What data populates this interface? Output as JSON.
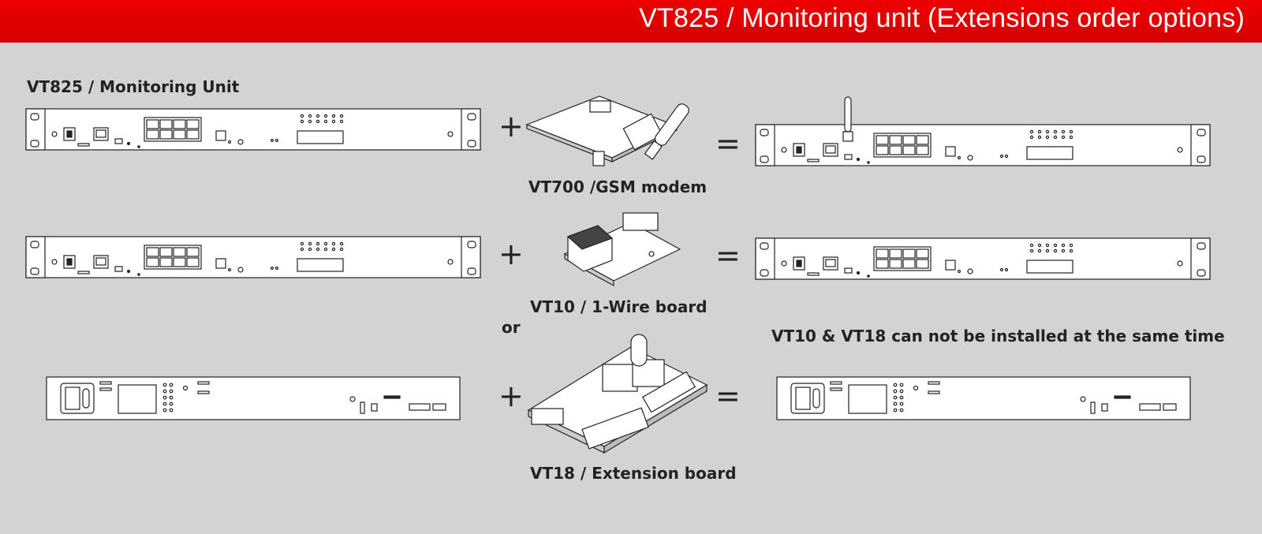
{
  "header": {
    "title": "VT825 / Monitoring unit (Extensions  order  options)"
  },
  "section_title": "VT825 / Monitoring Unit",
  "modules": {
    "gsm": "VT700 /GSM modem",
    "onewire": "VT10 / 1-Wire board",
    "extension": "VT18 / Extension board"
  },
  "operators": {
    "plus": "+",
    "equals": "=",
    "or": "or"
  },
  "note": "VT10 & VT18 can not be installed at the same time"
}
